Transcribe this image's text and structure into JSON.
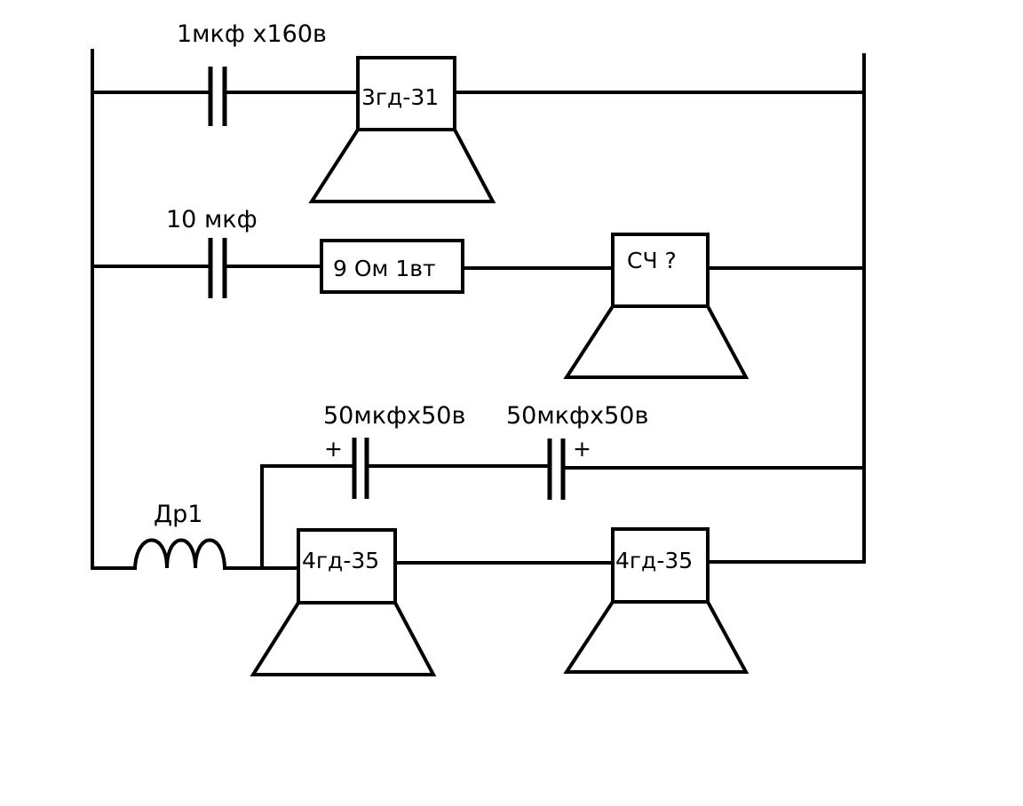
{
  "components": {
    "c1_label": "1мкф х160в",
    "woofer_top_label": "3гд-31",
    "c2_label": "10 мкф",
    "resistor_label": "9 Ом 1вт",
    "mid_speaker_label": "СЧ ?",
    "c3_label": "50мкфх50в",
    "c3_polarity": "+",
    "c4_label": "50мкфх50в",
    "c4_polarity": "+",
    "choke_label": "Др1",
    "speaker_left_label": "4гд-35",
    "speaker_right_label": "4гд-35"
  }
}
